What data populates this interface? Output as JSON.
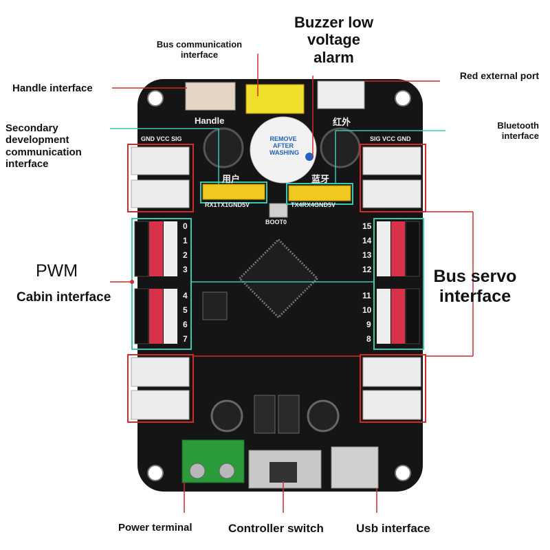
{
  "callouts": {
    "bus_communication": "Bus communication interface",
    "buzzer": "Buzzer low voltage alarm",
    "handle_interface": "Handle interface",
    "red_external_port": "Red external port",
    "secondary_dev": "Secondary development communication interface",
    "bluetooth": "Bluetooth interface",
    "pwm": "PWM",
    "cabin_interface": "Cabin interface",
    "bus_servo": "Bus servo interface",
    "power_terminal": "Power terminal",
    "controller_switch": "Controller switch",
    "usb_interface": "Usb interface"
  },
  "silkscreen": {
    "handle": "Handle",
    "red_ext_cn": "红外",
    "user_cn": "用户",
    "bluetooth_cn": "蓝牙",
    "left_header": "GND VCC SIG",
    "right_header": "SIG VCC GND",
    "user_pins": "RX1TX1GND5V",
    "bt_pins": "TX4RX4GND5V",
    "boot": "BOOT0",
    "buzzer_sticker": "REMOVE AFTER WASHING",
    "left_channels": [
      "0",
      "1",
      "2",
      "3",
      "4",
      "5",
      "6",
      "7"
    ],
    "right_channels": [
      "15",
      "14",
      "13",
      "12",
      "11",
      "10",
      "9",
      "8"
    ]
  },
  "colors": {
    "board": "#151515",
    "callout_red": "#d42a2a",
    "callout_teal": "#3cc7b0",
    "connector_white": "#e9e9e9",
    "header_yellow": "#f0c820",
    "terminal_green": "#2a9a3a"
  }
}
